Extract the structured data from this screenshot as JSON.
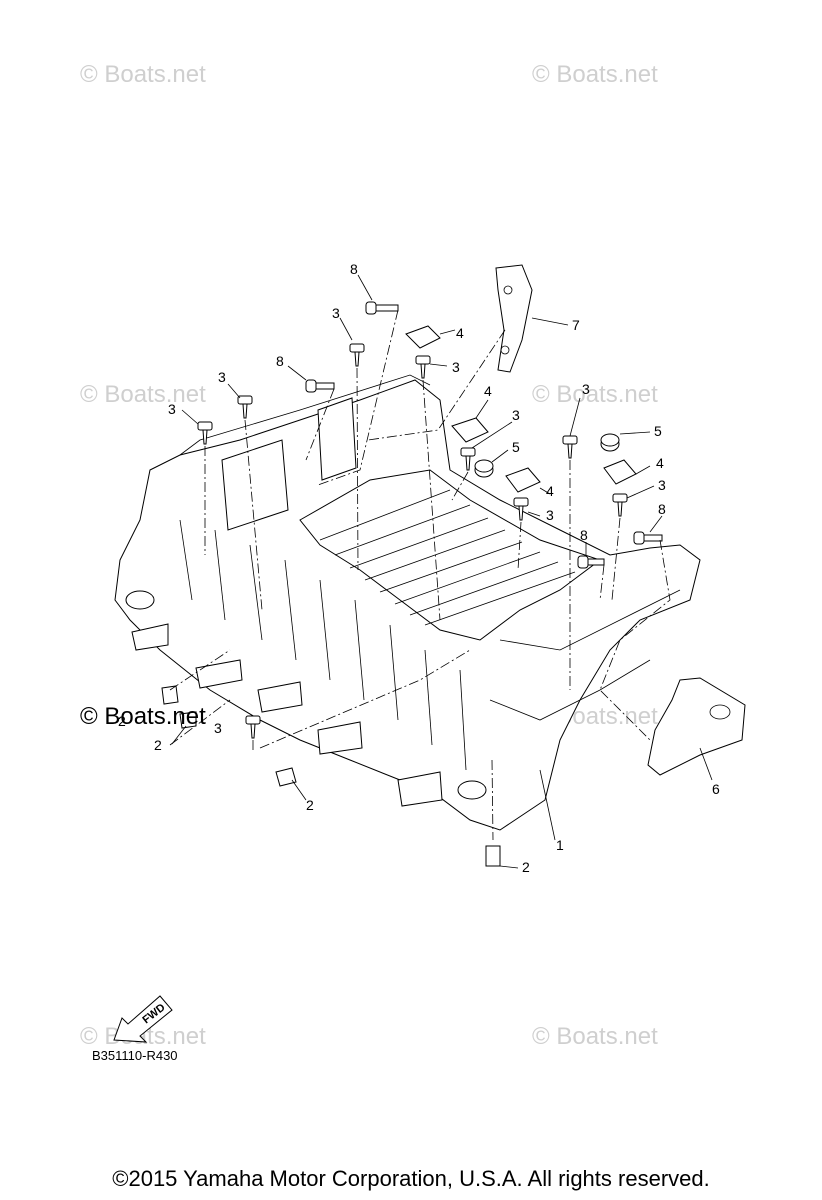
{
  "watermark": "© Boats.net",
  "diagram_code": "B351110-R430",
  "fwd_label": "FWD",
  "copyright": "©2015 Yamaha Motor Corporation, U.S.A. All rights reserved.",
  "callouts": {
    "c8a": "8",
    "c3a": "3",
    "c4a": "4",
    "c3b": "3",
    "c7": "7",
    "c8b": "8",
    "c3c": "3",
    "c3d": "3",
    "c4b": "4",
    "c3e": "3",
    "c5a": "5",
    "c4c": "4",
    "c3f": "3",
    "c3g": "3",
    "c5b": "5",
    "c4d": "4",
    "c3h": "3",
    "c8c": "8",
    "c8d": "8",
    "c2a": "2",
    "c2b": "2",
    "c3i": "3",
    "c2c": "2",
    "c6": "6",
    "c1": "1",
    "c2d": "2"
  }
}
